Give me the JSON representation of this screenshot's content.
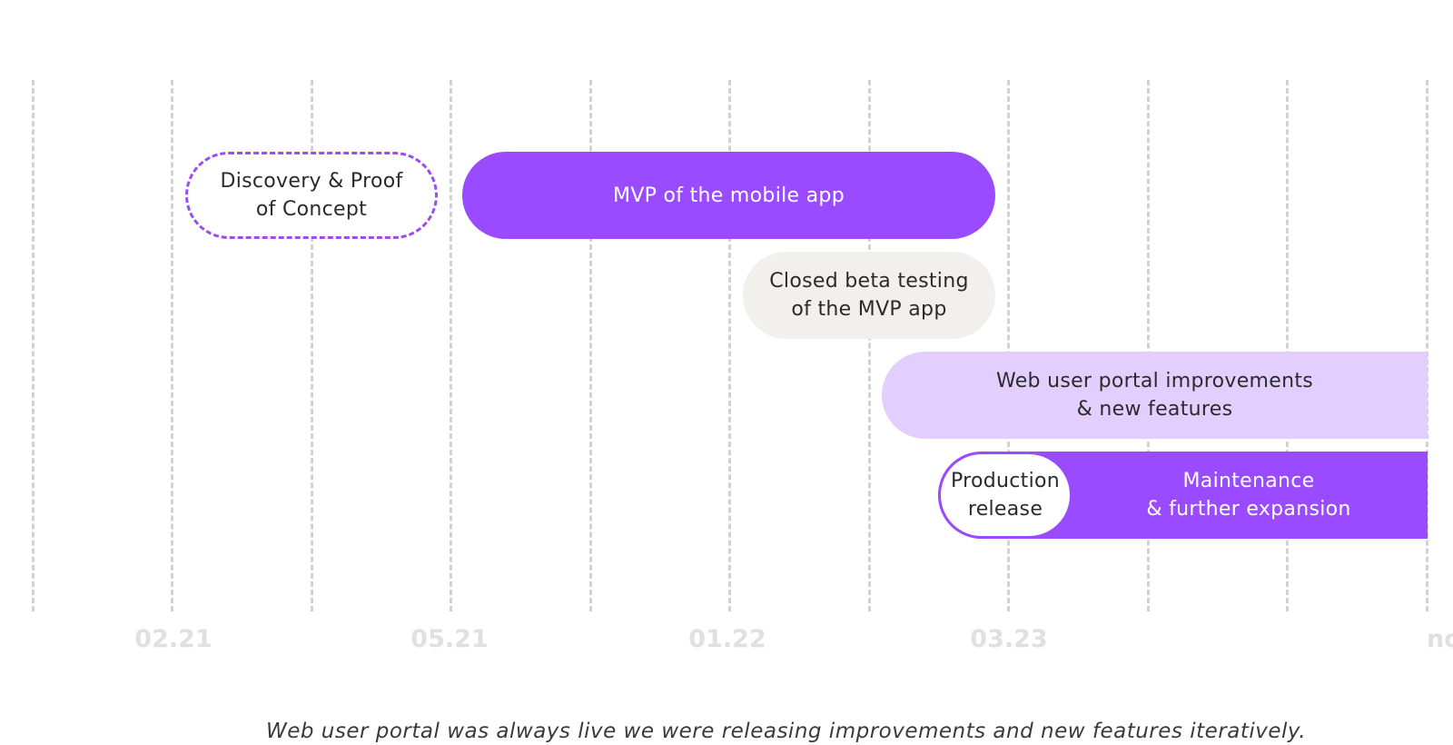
{
  "timeline": {
    "milestones": [
      {
        "id": "discovery",
        "label": "Discovery & Proof\nof Concept"
      },
      {
        "id": "mvp",
        "label": "MVP of the mobile app"
      },
      {
        "id": "beta",
        "label": "Closed beta testing\nof the MVP app"
      },
      {
        "id": "web",
        "label": "Web user portal improvements\n& new features"
      },
      {
        "id": "production",
        "label": "Production\nrelease"
      },
      {
        "id": "maintenance",
        "label": "Maintenance\n& further expansion"
      }
    ],
    "axis_labels": [
      "02.21",
      "05.21",
      "01.22",
      "03.23",
      "now"
    ],
    "caption": "Web user portal was always live we were releasing improvements and new features iteratively."
  },
  "colors": {
    "accent_purple": "#9a4bff",
    "light_purple": "#e3cfff",
    "beta_gray": "#f1f0ec",
    "gridline": "#d2d2d2",
    "axis_label": "#e0e0e0"
  }
}
